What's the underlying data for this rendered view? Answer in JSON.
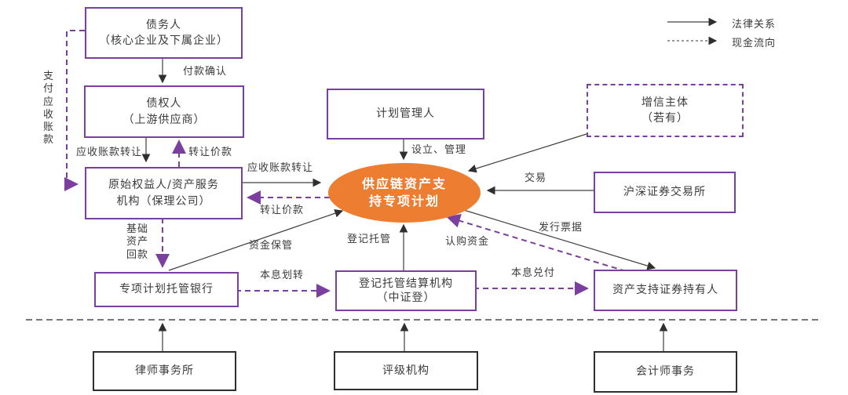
{
  "title": "供应链资产支持专项计划交易结构图",
  "colors": {
    "purple": "#7b3fa0",
    "orange": "#ed7d31",
    "text_dark": "#3b3b3b",
    "line_black": "#404040",
    "separator_gray": "#4a4a4a"
  },
  "legend": {
    "legal_relation": "法律关系",
    "cash_flow": "现金流向"
  },
  "nodes": {
    "debtor": {
      "line1": "债务人",
      "line2": "（核心企业及下属企业）"
    },
    "creditor": {
      "line1": "债权人",
      "line2": "（上游供应商）"
    },
    "originator": {
      "line1": "原始权益人/资产服务",
      "line2": "机构（保理公司）"
    },
    "plan_manager": {
      "line1": "计划管理人"
    },
    "credit_enhancer": {
      "line1": "增信主体",
      "line2": "（若有）"
    },
    "exchange": {
      "line1": "沪深证券交易所"
    },
    "spv": {
      "line1": "供应链资产支",
      "line2": "持专项计划"
    },
    "custodian_bank": {
      "line1": "专项计划托管银行"
    },
    "registrar": {
      "line1": "登记托管结算机构",
      "line2": "（中证登）"
    },
    "holders": {
      "line1": "资产支持证券持有人"
    },
    "law_firm": {
      "line1": "律师事务所"
    },
    "rating_agency": {
      "line1": "评级机构"
    },
    "accounting_firm": {
      "line1": "会计师事务"
    }
  },
  "edge_labels": {
    "payment_confirm": "付款确认",
    "pay_receivables": "支付应收账款",
    "receivables_transfer_vertical": "应收账款转让",
    "transfer_price_vertical": "转让价款",
    "receivables_transfer_horizontal": "应收账款转让",
    "transfer_price_horizontal": "转让价款",
    "setup_manage": "设立、管理",
    "trade": "交易",
    "issue_notes": "发行票据",
    "subscription_funds": "认购资金",
    "fund_custody": "资金保管",
    "registration_custody": "登记托管",
    "underlying_asset_repayment": "基础资产回款",
    "principal_interest_transfer": "本息划转",
    "principal_interest_payment": "本息兑付"
  }
}
